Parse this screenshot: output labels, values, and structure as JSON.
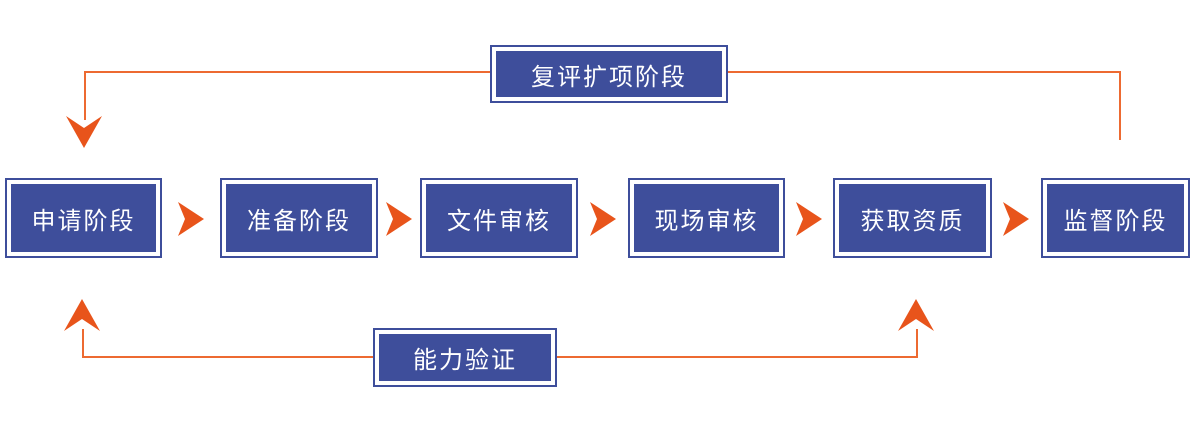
{
  "diagram": {
    "stages": [
      {
        "label": "申请阶段"
      },
      {
        "label": "准备阶段"
      },
      {
        "label": "文件审核"
      },
      {
        "label": "现场审核"
      },
      {
        "label": "获取资质"
      },
      {
        "label": "监督阶段"
      }
    ],
    "top_loop_label": "复评扩项阶段",
    "bottom_loop_label": "能力验证",
    "colors": {
      "box_fill": "#3e4e9b",
      "box_text": "#ffffff",
      "connector_line": "#ed6a31",
      "arrow": "#e8541b",
      "background": "#ffffff"
    }
  }
}
